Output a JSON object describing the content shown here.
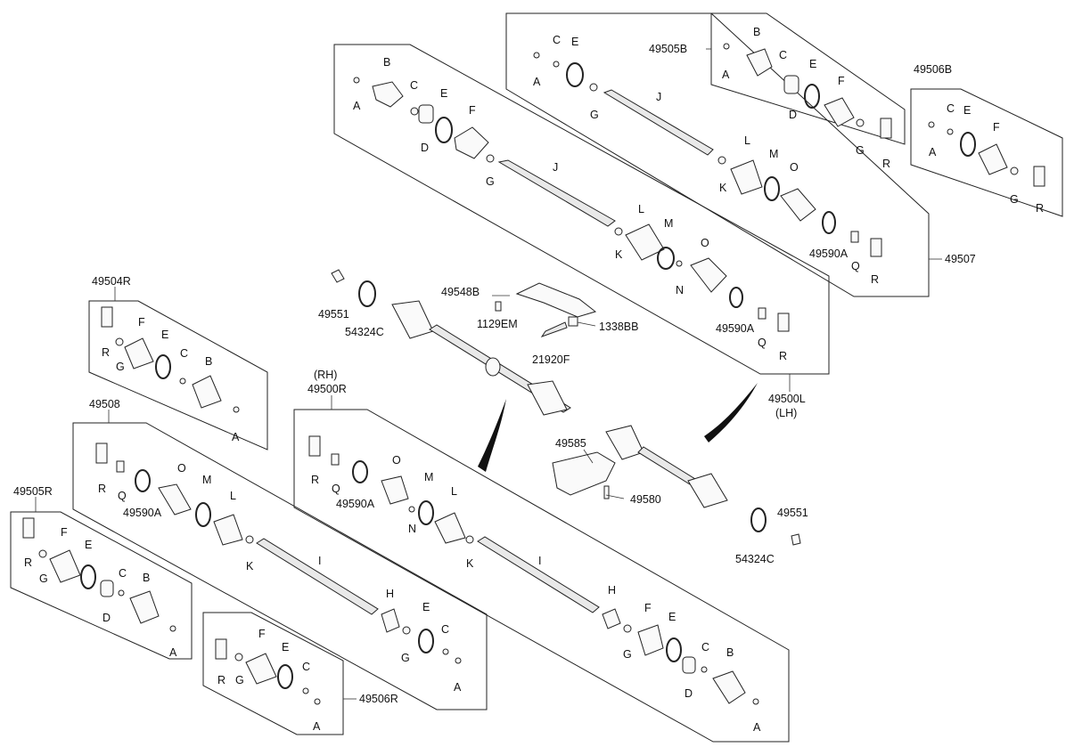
{
  "labels": {
    "kit_49505B": "49505B",
    "kit_49506B": "49506B",
    "kit_49507": "49507",
    "kit_49500L": "49500L",
    "kit_49500L_side": "(LH)",
    "kit_49504R": "49504R",
    "kit_49500R_side": "(RH)",
    "kit_49500R": "49500R",
    "kit_49508": "49508",
    "kit_49505R": "49505R",
    "kit_49506R": "49506R",
    "p49551": "49551",
    "p54324C": "54324C",
    "p49548B": "49548B",
    "p1129EM": "1129EM",
    "p1338BB": "1338BB",
    "p21920F": "21920F",
    "p49585": "49585",
    "p49580": "49580",
    "p49590A": "49590A",
    "A": "A",
    "B": "B",
    "C": "C",
    "D": "D",
    "E": "E",
    "F": "F",
    "G": "G",
    "H": "H",
    "I": "I",
    "J": "J",
    "K": "K",
    "L": "L",
    "M": "M",
    "N": "N",
    "O": "O",
    "Q": "Q",
    "R": "R"
  }
}
